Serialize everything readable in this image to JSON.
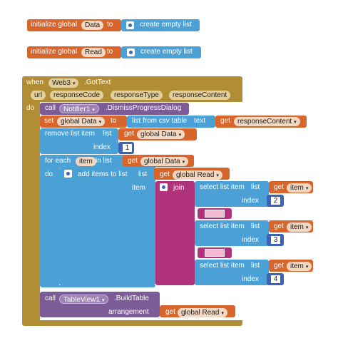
{
  "init1": {
    "label": "initialize global",
    "var": "Data",
    "to": "to",
    "value": "create empty list"
  },
  "init2": {
    "label": "initialize global",
    "var": "Read",
    "to": "to",
    "value": "create empty list"
  },
  "event": {
    "when": "when",
    "component": "Web3",
    "event": ".GotText",
    "params": [
      "url",
      "responseCode",
      "responseType",
      "responseContent"
    ],
    "do": "do"
  },
  "call1": {
    "call": "call",
    "component": "Notifier1",
    "method": ".DismissProgressDialog"
  },
  "set1": {
    "set": "set",
    "var": "global Data",
    "to": "to",
    "fn": "list from csv table",
    "text": "text",
    "get": "get",
    "getvar": "responseContent"
  },
  "remove": {
    "label": "remove list item",
    "list": "list",
    "get": "get",
    "getvar": "global Data",
    "index": "index",
    "indexval": "1"
  },
  "foreach": {
    "label": "for each",
    "item": "item",
    "inlist": "in list",
    "get": "get",
    "getvar": "global Data",
    "do": "do"
  },
  "additems": {
    "label": "add items to list",
    "list": "list",
    "get": "get",
    "getvar": "global Read",
    "item": "item",
    "join": "join"
  },
  "selects": [
    {
      "label": "select list item",
      "list": "list",
      "get": "get",
      "getvar": "item",
      "index": "index",
      "indexval": "2"
    },
    {
      "label": "select list item",
      "list": "list",
      "get": "get",
      "getvar": "item",
      "index": "index",
      "indexval": "3"
    },
    {
      "label": "select list item",
      "list": "list",
      "get": "get",
      "getvar": "item",
      "index": "index",
      "indexval": "4"
    }
  ],
  "call2": {
    "call": "call",
    "component": "TableView1",
    "method": ".BuildTable",
    "arrangement": "arrangement",
    "get": "get",
    "getvar": "global Read"
  },
  "colors": {
    "variable": "#d8652b",
    "list": "#4ba1d6",
    "event": "#b18e35",
    "component": "#7c5c96",
    "text": "#b0327a",
    "math": "#3c63b5"
  }
}
